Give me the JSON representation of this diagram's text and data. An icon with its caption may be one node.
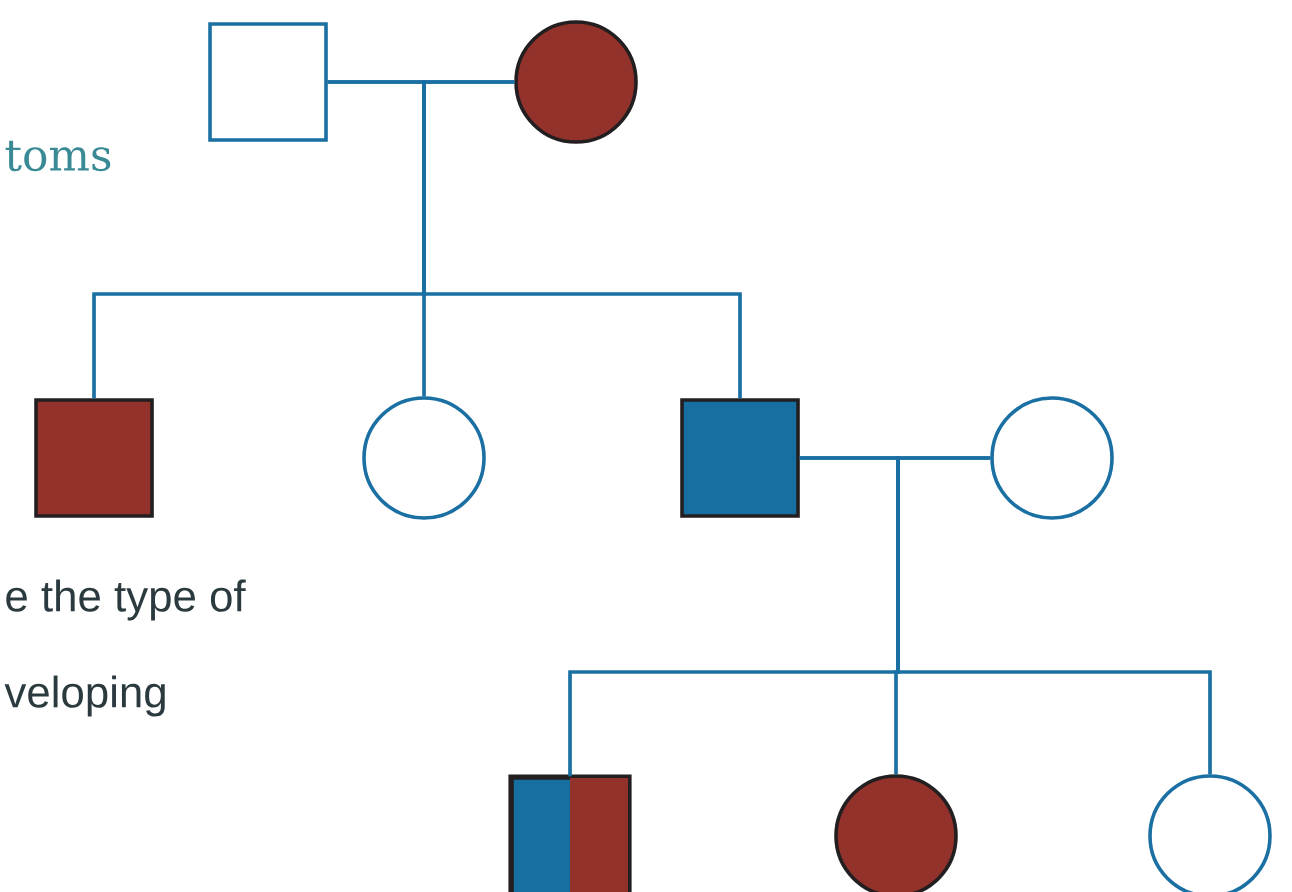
{
  "diagram": {
    "nodes": [
      {
        "text": [],
        "shape": "box"
      },
      {
        "text": [],
        "shape": "circle"
      },
      {
        "text": [],
        "shape": "box"
      },
      {
        "text": [],
        "shape": "circle"
      },
      {
        "text": [],
        "shape": "box"
      },
      {
        "text": [],
        "shape": "circle"
      },
      {
        "text": [],
        "shape": "box"
      },
      {
        "text": [],
        "shape": "circle"
      },
      {
        "text": [],
        "shape": "circle"
      }
    ],
    "edges": [
      {
        "from": 0,
        "to": 1,
        "arrow": "none"
      },
      {
        "from": 0,
        "to": 2,
        "arrow": "none"
      },
      {
        "from": 1,
        "to": 2,
        "arrow": "none"
      },
      {
        "from": 0,
        "to": 3,
        "arrow": "none"
      },
      {
        "from": 1,
        "to": 3,
        "arrow": "none"
      },
      {
        "from": 0,
        "to": 4,
        "arrow": "none"
      },
      {
        "from": 1,
        "to": 4,
        "arrow": "none"
      },
      {
        "from": 4,
        "to": 5,
        "arrow": "none"
      },
      {
        "from": 4,
        "to": 6,
        "arrow": "none"
      },
      {
        "from": 5,
        "to": 6,
        "arrow": "none"
      },
      {
        "from": 4,
        "to": 7,
        "arrow": "none"
      },
      {
        "from": 5,
        "to": 7,
        "arrow": "none"
      },
      {
        "from": 4,
        "to": 8,
        "arrow": "none"
      },
      {
        "from": 5,
        "to": 8,
        "arrow": "none"
      }
    ],
    "labels": [
      "toms",
      "e the type of",
      "veloping"
    ]
  }
}
